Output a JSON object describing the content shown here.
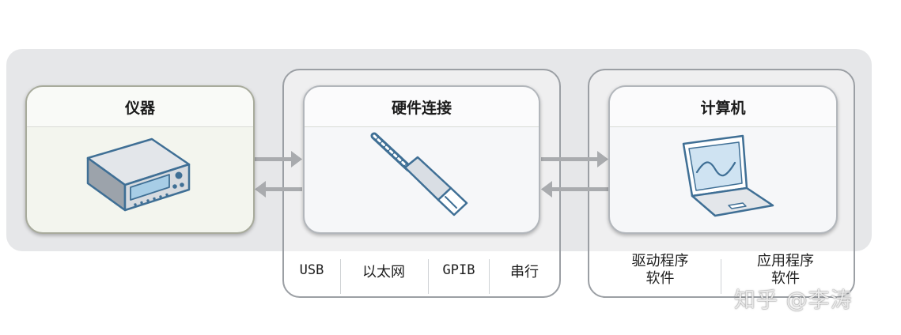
{
  "panels": {
    "instrument": {
      "title": "仪器"
    },
    "hardware": {
      "title": "硬件连接"
    },
    "computer": {
      "title": "计算机"
    }
  },
  "hardware_types": [
    "USB",
    "以太网",
    "GPIB",
    "串行"
  ],
  "software_types": [
    {
      "line1": "驱动程序",
      "line2": "软件"
    },
    {
      "line1": "应用程序",
      "line2": "软件"
    }
  ],
  "watermark": "知乎 @李涛",
  "icons": {
    "instrument": "bench-instrument-icon",
    "hardware": "usb-cable-icon",
    "computer": "laptop-icon"
  },
  "colors": {
    "icon_stroke": "#3f6f95",
    "icon_fill": "#cfe3f2",
    "arrow": "#a9abae",
    "band": "#e6e7e9"
  }
}
